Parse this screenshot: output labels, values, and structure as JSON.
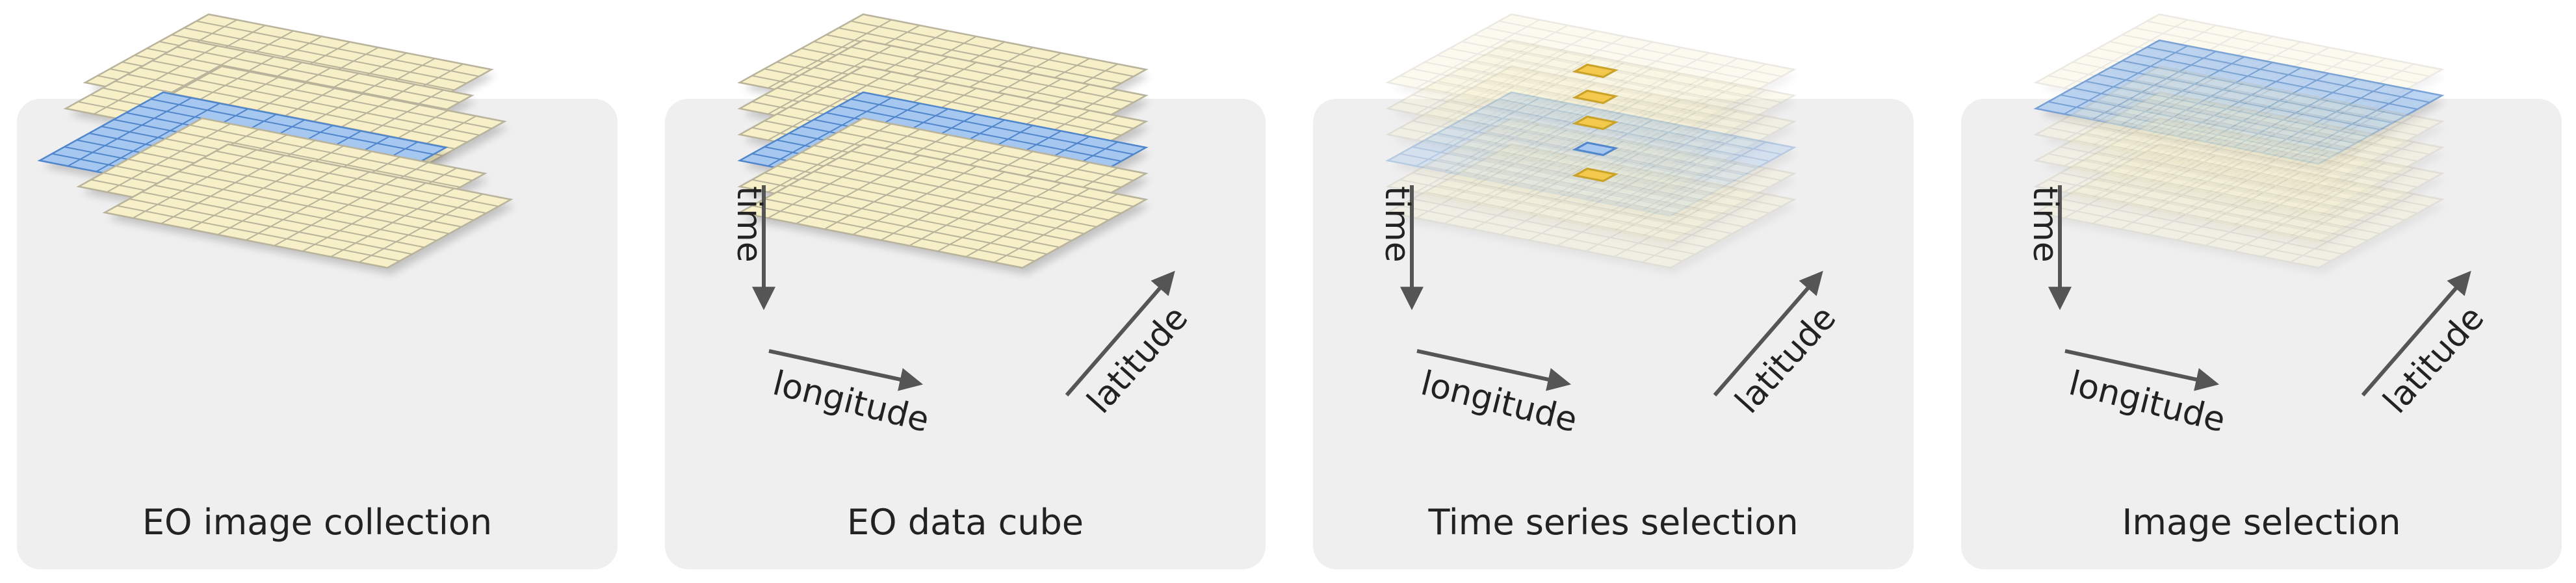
{
  "panels": [
    {
      "caption": "EO image collection",
      "axes": false
    },
    {
      "caption": "EO data cube",
      "axes": true
    },
    {
      "caption": "Time series selection",
      "axes": true
    },
    {
      "caption": "Image selection",
      "axes": true
    }
  ],
  "axis_labels": {
    "time": "time",
    "longitude": "longitude",
    "latitude": "latitude"
  },
  "colors": {
    "tile_fill": "#f6efc8",
    "tile_line": "#b9b39c",
    "blue_fill": "#a6c7ef",
    "blue_line": "#4f86cc",
    "highlight": "#f2c94c",
    "arrow": "#555555",
    "panel_bg": "#efefef"
  },
  "grid_cells": 10
}
